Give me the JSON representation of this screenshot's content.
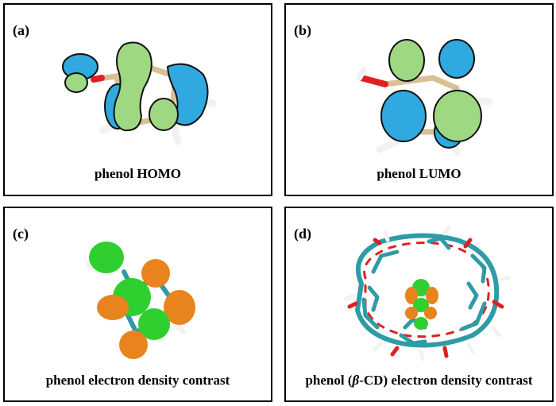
{
  "panels": [
    {
      "id": "a",
      "label": "(a)",
      "caption": "phenol HOMO"
    },
    {
      "id": "b",
      "label": "(b)",
      "caption": "phenol LUMO"
    },
    {
      "id": "c",
      "label": "(c)",
      "caption": "phenol electron density contrast"
    },
    {
      "id": "d",
      "label": "(d)",
      "caption_pre": "phenol (",
      "caption_beta": "β",
      "caption_post": "-CD) electron density contrast"
    }
  ],
  "colors": {
    "orbital_positive": "#2fa9df",
    "orbital_negative": "#9ed882",
    "density_green": "#2fcf2f",
    "density_orange": "#e8831e",
    "bond_tan": "#d8bf94",
    "oxygen_red": "#e02020",
    "hydrogen_white": "#f2f2f2",
    "carbon_teal": "#2e9ba6"
  }
}
